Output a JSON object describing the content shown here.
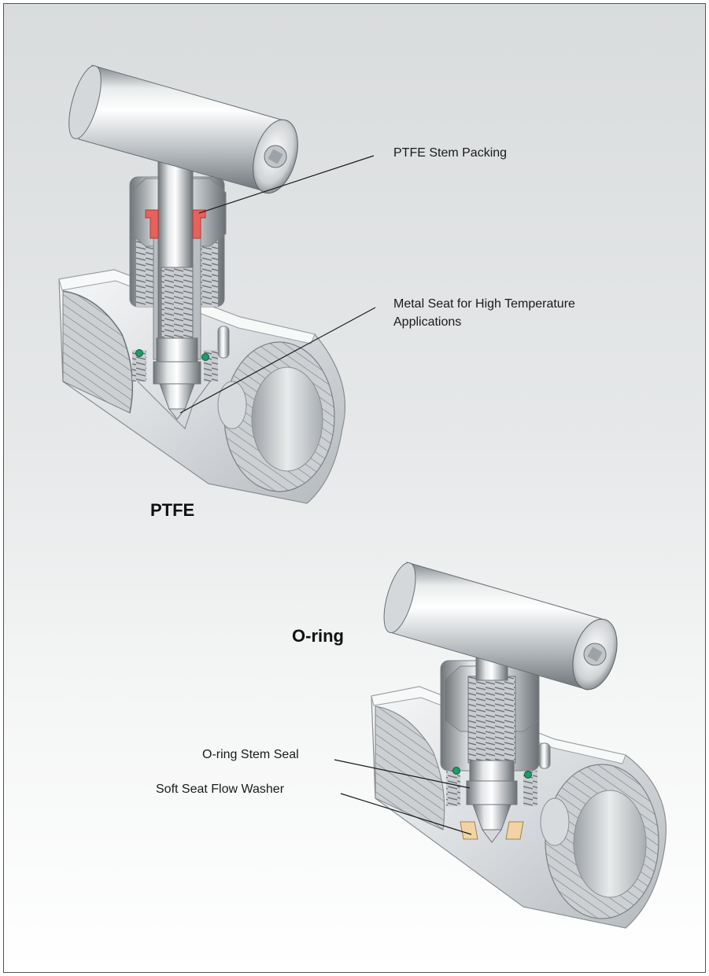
{
  "figure": {
    "valve_ptfe": {
      "title": "PTFE",
      "callouts": [
        {
          "id": "stem_packing",
          "text": "PTFE Stem Packing"
        },
        {
          "id": "metal_seat",
          "text": "Metal Seat for High Temperature Applications"
        }
      ]
    },
    "valve_oring": {
      "title": "O-ring",
      "callouts": [
        {
          "id": "stem_seal",
          "text": "O-ring Stem Seal"
        },
        {
          "id": "flow_washer",
          "text": "Soft Seat Flow Washer"
        }
      ]
    }
  },
  "labels": {
    "ptfe_title": "PTFE",
    "stem_packing": "PTFE Stem Packing",
    "metal_seat_line1": "Metal Seat for High Temperature",
    "metal_seat_line2": "Applications",
    "oring_title": "O-ring",
    "oring_stem_seal": "O-ring Stem Seal",
    "soft_seat_flow_washer": "Soft Seat Flow Washer"
  },
  "colors": {
    "packing": "#e8615a",
    "oring": "#1f9a6a",
    "washer": "#f1d3a6",
    "metal_light": "#f2f3f4",
    "metal_dark": "#8c9196"
  }
}
